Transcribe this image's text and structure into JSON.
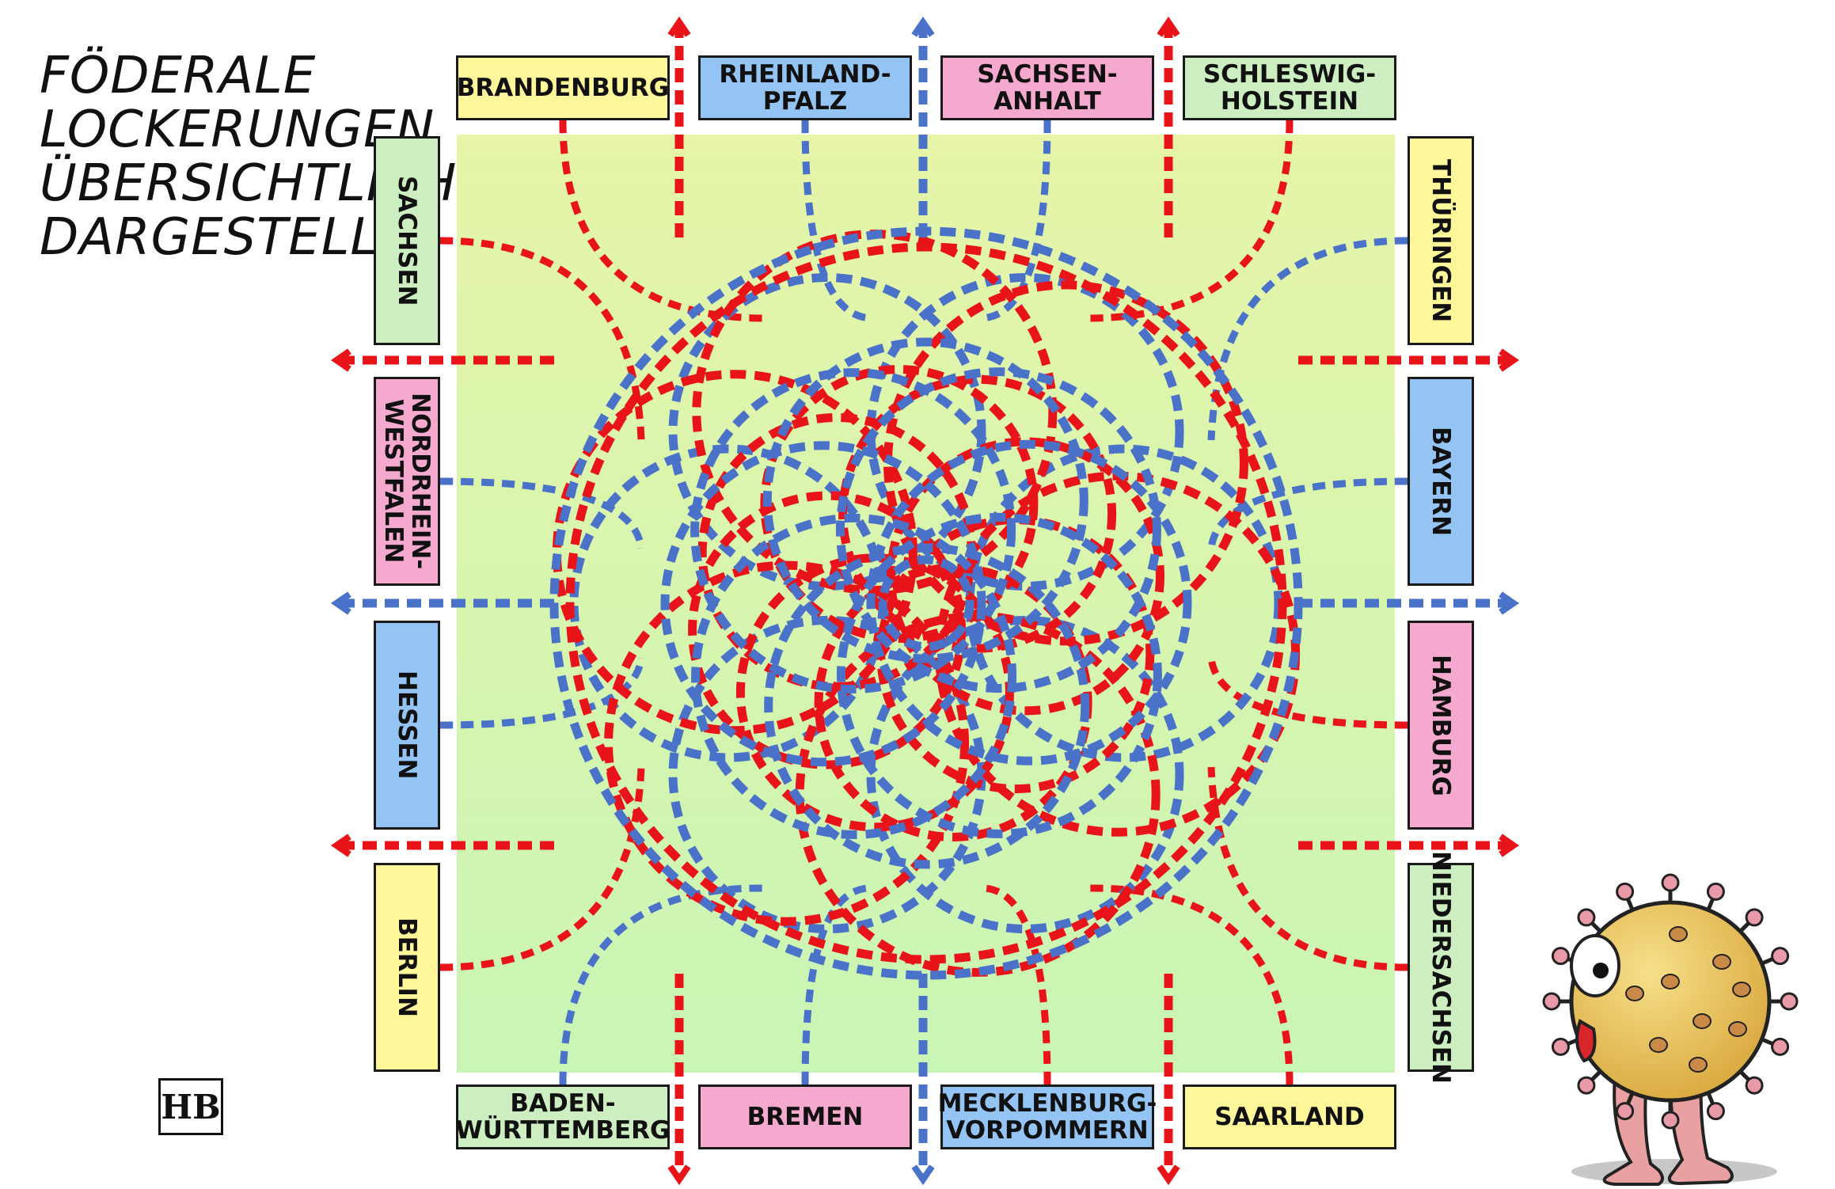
{
  "title_lines": [
    "FÖDERALE",
    "LOCKERUNGEN",
    "ÜBERSICHTLICH",
    "DARGESTELLT:"
  ],
  "states": {
    "top": [
      "BRANDENBURG",
      "RHEINLAND-\nPFALZ",
      "SACHSEN-\nANHALT",
      "SCHLESWIG-\nHOLSTEIN"
    ],
    "bottom": [
      "BADEN-\nWÜRTTEMBERG",
      "BREMEN",
      "MECKLENBURG-\nVORPOMMERN",
      "SAARLAND"
    ],
    "left": [
      "SACHSEN",
      "NORDRHEIN-\nWESTFALEN",
      "HESSEN",
      "BERLIN"
    ],
    "right": [
      "THÜRINGEN",
      "BAYERN",
      "HAMBURG",
      "NIEDERSACHSEN"
    ]
  },
  "colors": {
    "red": "#e8141a",
    "blue": "#4a72c8",
    "background_top": "#e6f5a8",
    "background_bottom": "#c9f5b5",
    "yellow_box": "#fff79a",
    "blue_box": "#93c4f3",
    "pink_box": "#f6a9cf",
    "green_box": "#cdeec0",
    "virus": "#e8c35a"
  },
  "signature": "HB",
  "icons": [
    "arrow-icon",
    "virus-character-icon",
    "signature-icon"
  ]
}
